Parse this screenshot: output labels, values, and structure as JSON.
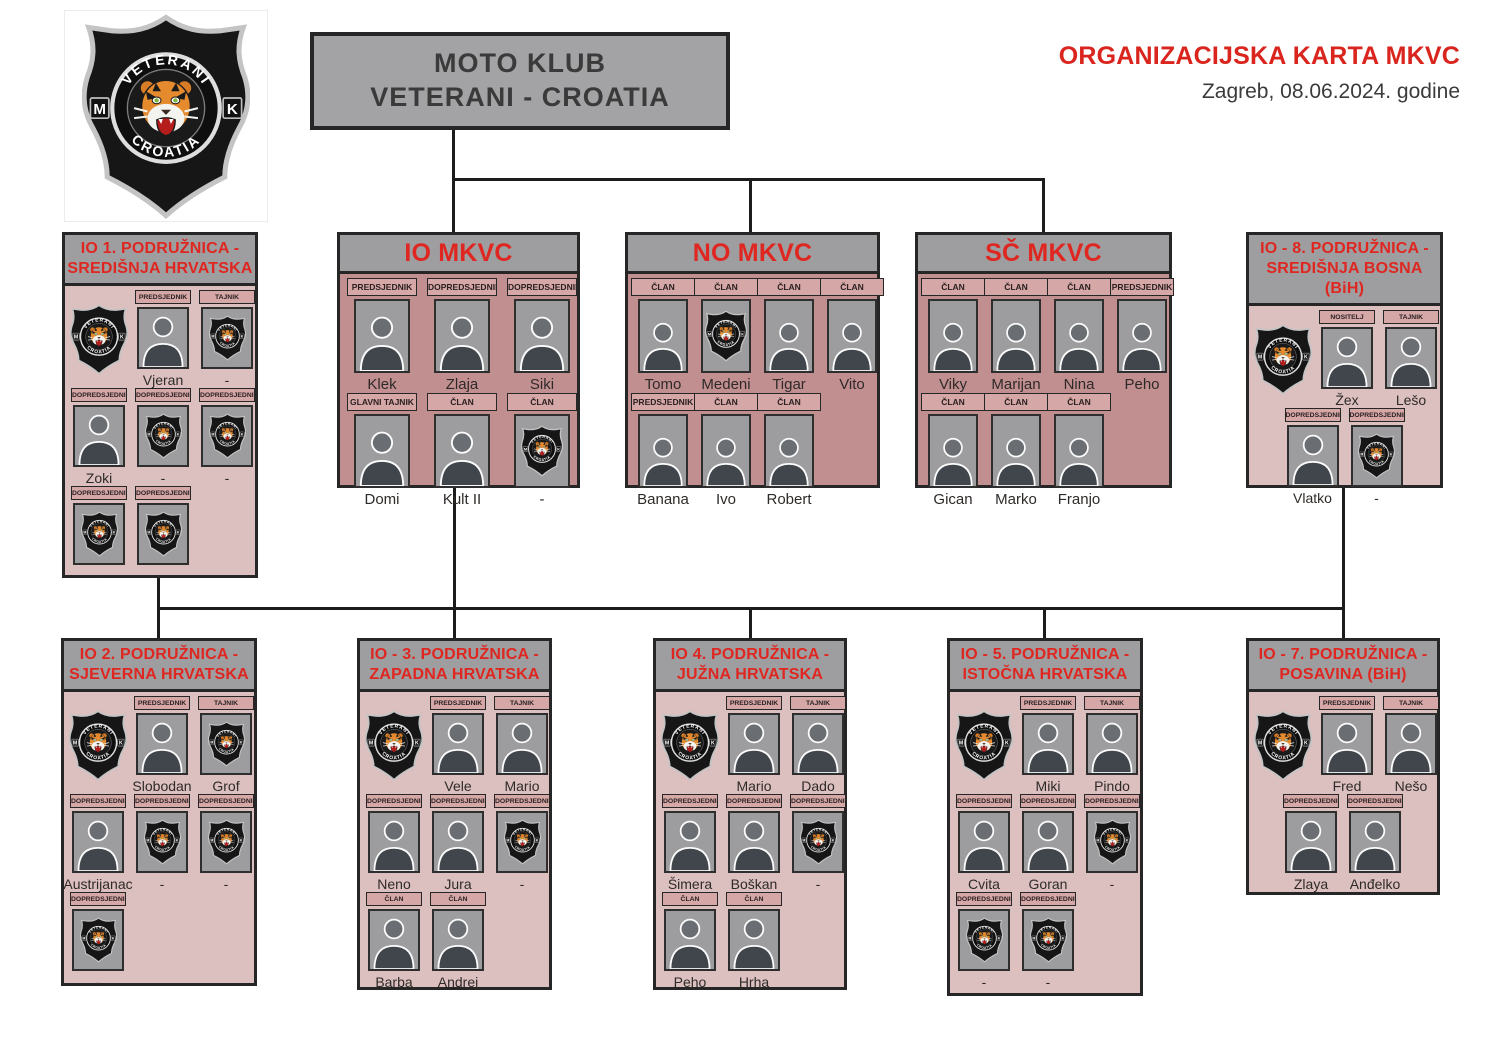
{
  "logo": {
    "top_text": "VETERANI",
    "bottom_text": "CROATIA",
    "left_letter": "M",
    "right_letter": "K"
  },
  "root_box": {
    "line1": "MOTO KLUB",
    "line2": "VETERANI - CROATIA"
  },
  "doc_header": {
    "title": "ORGANIZACIJSKA KARTA MKVC",
    "subtitle": "Zagreb, 08.06.2024. godine"
  },
  "colors": {
    "accent_red": "#d9251d",
    "box_header_bg": "#9e9ea0",
    "branch_body": "#dcc0c0",
    "council_body": "#c28f91",
    "role_label_bg": "#d6a7a7",
    "photo_frame_bg": "#9d9da0",
    "connector": "#1c1c1c"
  },
  "org_boxes": [
    {
      "id": "io1",
      "kind": "branch",
      "title_lines": [
        "IO 1. PODRUŽNICA -",
        "SREDIŠNJA HRVATSKA"
      ],
      "rows": [
        {
          "align": "left",
          "cells": [
            {
              "image": "emblem-large"
            },
            {
              "role": "PREDSJEDNIK",
              "name": "Vjeran",
              "image": "photo"
            },
            {
              "role": "TAJNIK",
              "name": "-",
              "image": "emblem"
            }
          ]
        },
        {
          "align": "left",
          "cells": [
            {
              "role": "DOPREDSJEDNIK",
              "name": "Zoki",
              "image": "photo"
            },
            {
              "role": "DOPREDSJEDNIK",
              "name": "-",
              "image": "emblem"
            },
            {
              "role": "DOPREDSJEDNIK",
              "name": "-",
              "image": "emblem"
            }
          ]
        },
        {
          "align": "left",
          "cells": [
            {
              "role": "DOPREDSJEDNIK",
              "name": "-",
              "image": "emblem"
            },
            {
              "role": "DOPREDSJEDNIK",
              "name": "-",
              "image": "emblem"
            }
          ]
        }
      ]
    },
    {
      "id": "iomkvc",
      "kind": "council",
      "title_lines": [
        "IO MKVC"
      ],
      "rows": [
        {
          "align": "left",
          "cells": [
            {
              "role": "PREDSJEDNIK",
              "name": "Klek",
              "image": "photo"
            },
            {
              "role": "DOPREDSJEDNIK",
              "name": "Zlaja",
              "image": "photo"
            },
            {
              "role": "DOPREDSJEDNIK",
              "name": "Siki",
              "image": "photo"
            }
          ]
        },
        {
          "align": "left",
          "cells": [
            {
              "role": "GLAVNI TAJNIK",
              "name": "Domi",
              "image": "photo"
            },
            {
              "role": "ČLAN",
              "name": "Kult II",
              "image": "photo"
            },
            {
              "role": "ČLAN",
              "name": "-",
              "image": "emblem"
            }
          ]
        }
      ]
    },
    {
      "id": "nomkvc",
      "kind": "council",
      "title_lines": [
        "NO MKVC"
      ],
      "rows": [
        {
          "align": "left",
          "cells": [
            {
              "role": "ČLAN",
              "name": "Tomo",
              "image": "photo"
            },
            {
              "role": "ČLAN",
              "name": "Medeni",
              "image": "emblem"
            },
            {
              "role": "ČLAN",
              "name": "Tigar",
              "image": "photo"
            },
            {
              "role": "ČLAN",
              "name": "Vito",
              "image": "photo"
            }
          ]
        },
        {
          "align": "left",
          "cells": [
            {
              "role": "PREDSJEDNIK",
              "name": "Banana",
              "image": "photo"
            },
            {
              "role": "ČLAN",
              "name": "Ivo",
              "image": "photo"
            },
            {
              "role": "ČLAN",
              "name": "Robert",
              "image": "photo"
            }
          ]
        }
      ]
    },
    {
      "id": "scmkvc",
      "kind": "council",
      "title_lines": [
        "SČ MKVC"
      ],
      "rows": [
        {
          "align": "left",
          "cells": [
            {
              "role": "ČLAN",
              "name": "Viky",
              "image": "photo"
            },
            {
              "role": "ČLAN",
              "name": "Marijan",
              "image": "photo"
            },
            {
              "role": "ČLAN",
              "name": "Nina",
              "image": "photo"
            },
            {
              "role": "PREDSJEDNIK",
              "name": "Peho",
              "image": "photo"
            }
          ]
        },
        {
          "align": "left",
          "cells": [
            {
              "role": "ČLAN",
              "name": "Gican",
              "image": "photo"
            },
            {
              "role": "ČLAN",
              "name": "Marko",
              "image": "photo"
            },
            {
              "role": "ČLAN",
              "name": "Franjo",
              "image": "photo"
            }
          ]
        }
      ]
    },
    {
      "id": "io8",
      "kind": "branch",
      "title_lines": [
        "IO - 8. PODRUŽNICA -",
        "SREDIŠNJA BOSNA (BiH)"
      ],
      "rows": [
        {
          "align": "left",
          "cells": [
            {
              "image": "emblem-large"
            },
            {
              "role": "NOSITELJ",
              "name": "Žex",
              "image": "photo"
            },
            {
              "role": "TAJNIK",
              "name": "Lešo",
              "image": "photo"
            }
          ]
        },
        {
          "align": "center",
          "cells": [
            {
              "role": "DOPREDSJEDNIK",
              "name": "Vlatko",
              "image": "photo"
            },
            {
              "role": "DOPREDSJEDNIK",
              "name": "-",
              "image": "emblem"
            }
          ]
        }
      ]
    },
    {
      "id": "io2",
      "kind": "branch",
      "title_lines": [
        "IO 2. PODRUŽNICA -",
        "SJEVERNA HRVATSKA"
      ],
      "rows": [
        {
          "align": "left",
          "cells": [
            {
              "image": "emblem-large"
            },
            {
              "role": "PREDSJEDNIK",
              "name": "Slobodan",
              "image": "photo"
            },
            {
              "role": "TAJNIK",
              "name": "Grof",
              "image": "emblem"
            }
          ]
        },
        {
          "align": "left",
          "cells": [
            {
              "role": "DOPREDSJEDNIK",
              "name": "Austrijanac",
              "image": "photo"
            },
            {
              "role": "DOPREDSJEDNIK",
              "name": "-",
              "image": "emblem"
            },
            {
              "role": "DOPREDSJEDNIK",
              "name": "-",
              "image": "emblem"
            }
          ]
        },
        {
          "align": "left",
          "cells": [
            {
              "role": "DOPREDSJEDNIK",
              "name": "-",
              "image": "emblem"
            }
          ]
        }
      ]
    },
    {
      "id": "io3",
      "kind": "branch",
      "title_lines": [
        "IO - 3. PODRUŽNICA -",
        "ZAPADNA HRVATSKA"
      ],
      "rows": [
        {
          "align": "left",
          "cells": [
            {
              "image": "emblem-large"
            },
            {
              "role": "PREDSJEDNIK",
              "name": "Vele",
              "image": "photo"
            },
            {
              "role": "TAJNIK",
              "name": "Mario",
              "image": "photo"
            }
          ]
        },
        {
          "align": "left",
          "cells": [
            {
              "role": "DOPREDSJEDNIK",
              "name": "Neno",
              "image": "photo"
            },
            {
              "role": "DOPREDSJEDNIK",
              "name": "Jura",
              "image": "photo"
            },
            {
              "role": "DOPREDSJEDNIK",
              "name": "-",
              "image": "emblem"
            }
          ]
        },
        {
          "align": "left",
          "cells": [
            {
              "role": "ČLAN",
              "name": "Barba",
              "image": "photo"
            },
            {
              "role": "ČLAN",
              "name": "Andrej",
              "image": "photo"
            }
          ]
        }
      ]
    },
    {
      "id": "io4",
      "kind": "branch",
      "title_lines": [
        "IO 4. PODRUŽNICA -",
        "JUŽNA HRVATSKA"
      ],
      "rows": [
        {
          "align": "left",
          "cells": [
            {
              "image": "emblem-large"
            },
            {
              "role": "PREDSJEDNIK",
              "name": "Mario",
              "image": "photo"
            },
            {
              "role": "TAJNIK",
              "name": "Dado",
              "image": "photo"
            }
          ]
        },
        {
          "align": "left",
          "cells": [
            {
              "role": "DOPREDSJEDNIK",
              "name": "Šimera",
              "image": "photo"
            },
            {
              "role": "DOPREDSJEDNIK",
              "name": "Boškan",
              "image": "photo"
            },
            {
              "role": "DOPREDSJEDNIK",
              "name": "-",
              "image": "emblem"
            }
          ]
        },
        {
          "align": "left",
          "cells": [
            {
              "role": "ČLAN",
              "name": "Peho",
              "image": "photo"
            },
            {
              "role": "ČLAN",
              "name": "Hrha",
              "image": "photo"
            }
          ]
        }
      ]
    },
    {
      "id": "io5",
      "kind": "branch",
      "title_lines": [
        "IO - 5. PODRUŽNICA -",
        "ISTOČNA HRVATSKA"
      ],
      "rows": [
        {
          "align": "left",
          "cells": [
            {
              "image": "emblem-large"
            },
            {
              "role": "PREDSJEDNIK",
              "name": "Miki",
              "image": "photo"
            },
            {
              "role": "TAJNIK",
              "name": "Pindo",
              "image": "photo"
            }
          ]
        },
        {
          "align": "left",
          "cells": [
            {
              "role": "DOPREDSJEDNIK",
              "name": "Cvita",
              "image": "photo"
            },
            {
              "role": "DOPREDSJEDNIK",
              "name": "Goran",
              "image": "photo"
            },
            {
              "role": "DOPREDSJEDNIK",
              "name": "-",
              "image": "emblem"
            }
          ]
        },
        {
          "align": "left",
          "cells": [
            {
              "role": "DOPREDSJEDNIK",
              "name": "-",
              "image": "emblem"
            },
            {
              "role": "DOPREDSJEDNIK",
              "name": "-",
              "image": "emblem"
            }
          ]
        }
      ]
    },
    {
      "id": "io7",
      "kind": "branch",
      "title_lines": [
        "IO - 7. PODRUŽNICA -",
        "POSAVINA (BiH)"
      ],
      "rows": [
        {
          "align": "left",
          "cells": [
            {
              "image": "emblem-large"
            },
            {
              "role": "PREDSJEDNIK",
              "name": "Fred",
              "image": "photo"
            },
            {
              "role": "TAJNIK",
              "name": "Nešo",
              "image": "photo"
            }
          ]
        },
        {
          "align": "center",
          "cells": [
            {
              "role": "DOPREDSJEDNIK",
              "name": "Zlaya",
              "image": "photo"
            },
            {
              "role": "DOPREDSJEDNIK",
              "name": "Anđelko",
              "image": "photo"
            }
          ]
        }
      ]
    }
  ]
}
